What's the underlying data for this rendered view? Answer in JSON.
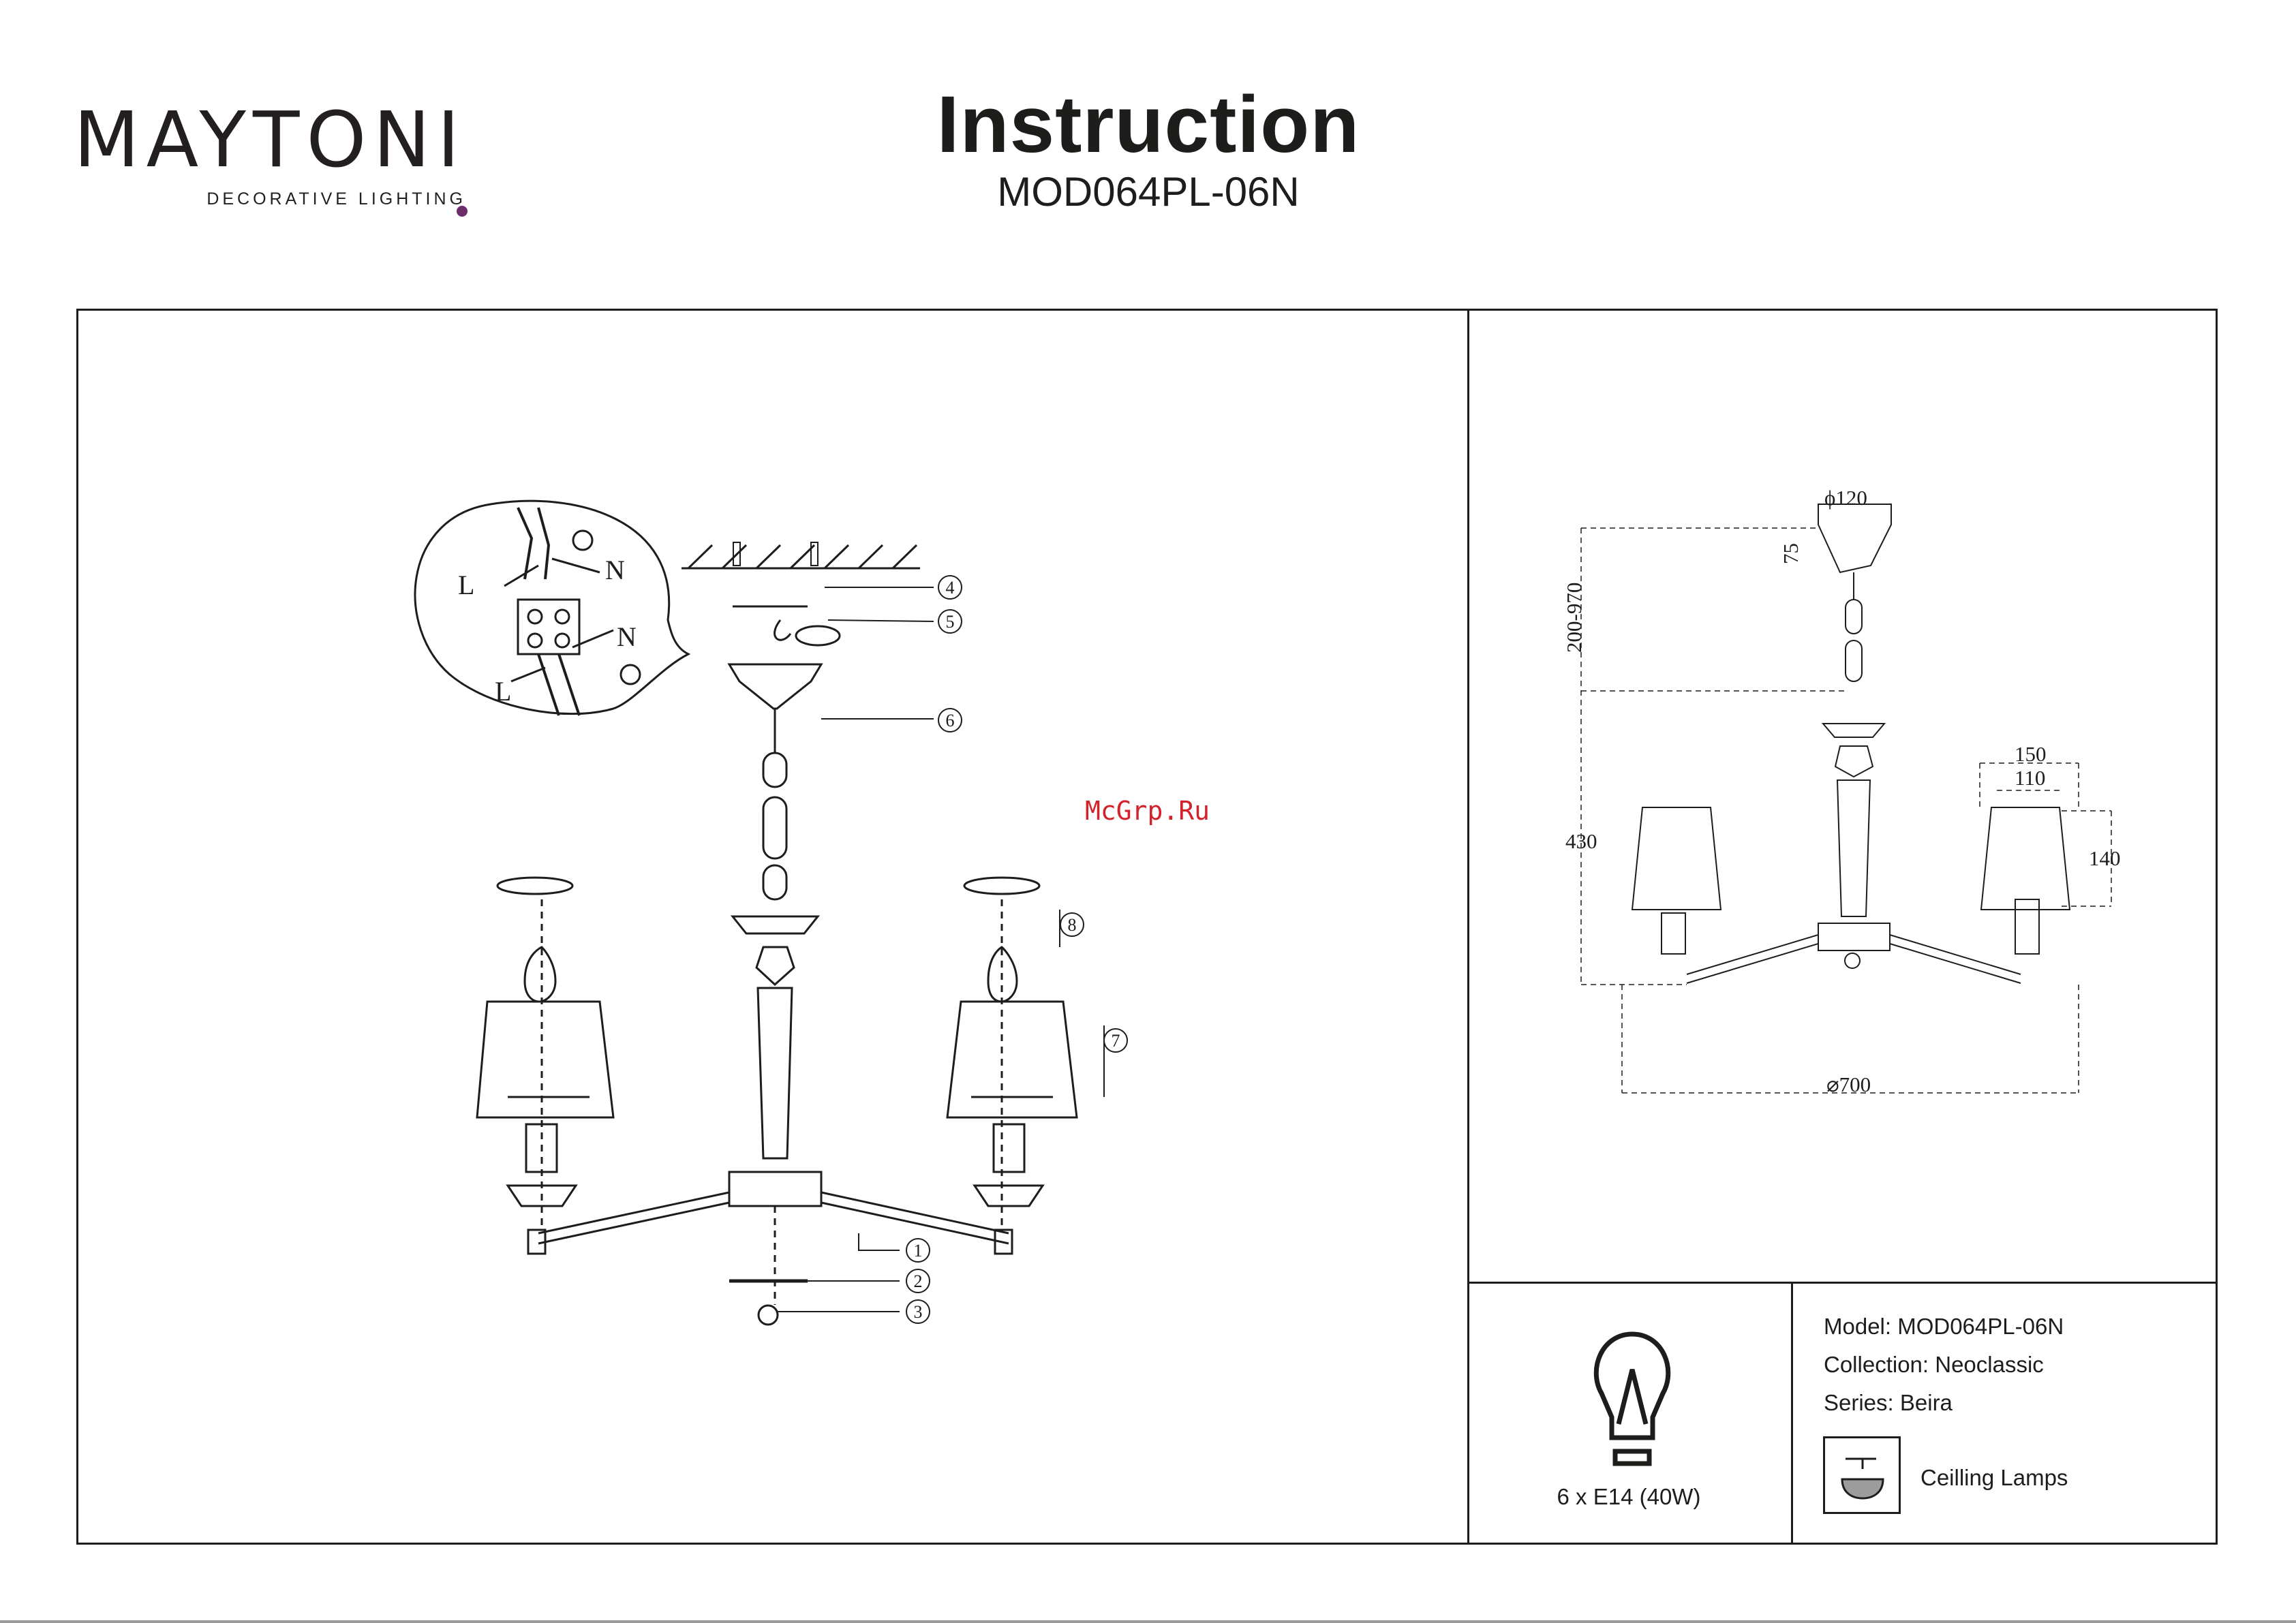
{
  "brand": {
    "name": "MAYTONI",
    "tagline": "DECORATIVE LIGHTING",
    "accent_color": "#6b2d6b"
  },
  "header": {
    "title": "Instruction",
    "model_code": "MOD064PL-06N"
  },
  "watermark": "McGrp.Ru",
  "assembly": {
    "callouts": [
      "1",
      "2",
      "3",
      "4",
      "5",
      "6",
      "7",
      "8"
    ],
    "wiring_labels": {
      "live": "L",
      "neutral": "N"
    }
  },
  "dimensions": {
    "canopy_diameter": "ϕ120",
    "canopy_height": "75",
    "chain_range": "200-970",
    "body_height": "430",
    "shade_top": "150",
    "shade_bottom": "110",
    "shade_height": "140",
    "overall_diameter": "⌀700"
  },
  "bulb": {
    "icon": "light-bulb-icon",
    "spec": "6 x E14 (40W)"
  },
  "specs": {
    "model": "Model: MOD064PL-06N",
    "collection": "Collection: Neoclassic",
    "series": "Series: Beira"
  },
  "category": {
    "icon": "ceiling-lamp-icon",
    "label": "Ceilling Lamps"
  }
}
